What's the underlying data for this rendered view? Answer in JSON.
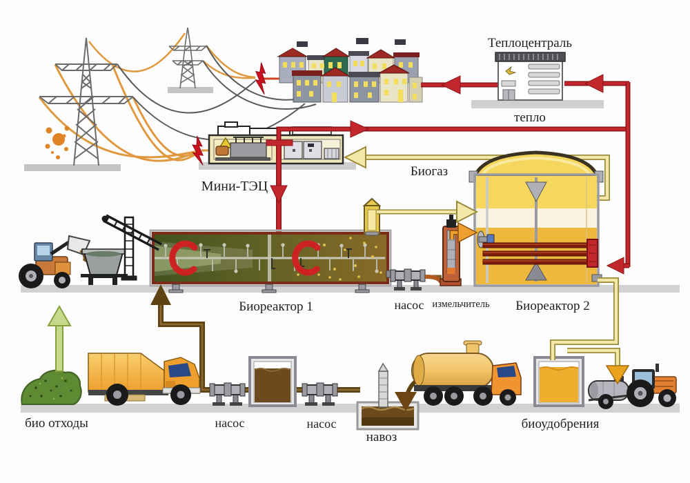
{
  "labels": {
    "heat_plant": "Теплоцентраль",
    "heat": "тепло",
    "biogas": "Биогаз",
    "mini_chp": "Мини-ТЭЦ",
    "bioreactor_1": "Биореактор 1",
    "pump_mid": "насос",
    "grinder": "измельчитель",
    "bioreactor_2": "Биореактор 2",
    "bio_waste": "био отходы",
    "pump_bottom_left": "насос",
    "pump_bottom_right": "насос",
    "manure": "навоз",
    "biofertilizer": "биоудобрения"
  },
  "colors": {
    "heat_pipe": "#c1272d",
    "heat_pipe_edge": "#8f1418",
    "biogas_pipe": "#f2e9a8",
    "biogas_pipe_edge": "#9b8a3a",
    "electricity_wire": "#e0983e",
    "manure_pipe": "#5e4212",
    "fertilizer_liquid": "#f0ae2e",
    "reactor2_liquid": "#edb83c",
    "reactor2_gas": "#f6d75e",
    "lightning": "#cc1020",
    "bio_waste_green": "#5d8a32",
    "truck_orange": "#f0a030",
    "ground_gray": "#d2d2d2"
  }
}
